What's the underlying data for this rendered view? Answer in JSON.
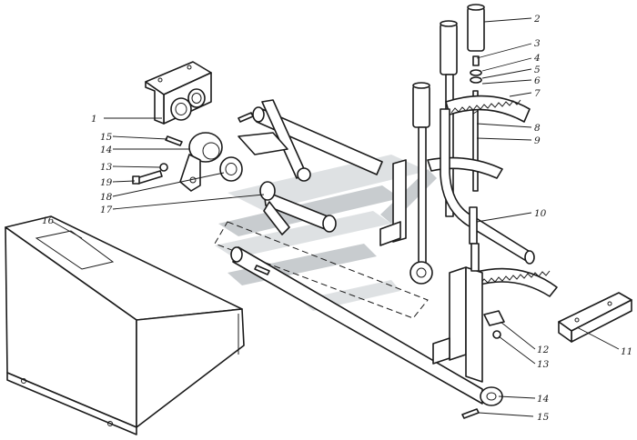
{
  "callouts": [
    {
      "id": "c1",
      "label": "1"
    },
    {
      "id": "c2",
      "label": "2"
    },
    {
      "id": "c3",
      "label": "3"
    },
    {
      "id": "c4",
      "label": "4"
    },
    {
      "id": "c5",
      "label": "5"
    },
    {
      "id": "c6",
      "label": "6"
    },
    {
      "id": "c7",
      "label": "7"
    },
    {
      "id": "c8",
      "label": "8"
    },
    {
      "id": "c9",
      "label": "9"
    },
    {
      "id": "c10",
      "label": "10"
    },
    {
      "id": "c11",
      "label": "11"
    },
    {
      "id": "c12",
      "label": "12"
    },
    {
      "id": "c13a",
      "label": "13"
    },
    {
      "id": "c13b",
      "label": "13"
    },
    {
      "id": "c14a",
      "label": "14"
    },
    {
      "id": "c14b",
      "label": "14"
    },
    {
      "id": "c15a",
      "label": "15"
    },
    {
      "id": "c15b",
      "label": "15"
    },
    {
      "id": "c16",
      "label": "16"
    },
    {
      "id": "c17",
      "label": "17"
    },
    {
      "id": "c18",
      "label": "18"
    },
    {
      "id": "c19",
      "label": "19"
    }
  ],
  "colors": {
    "line": "#1a1a1a",
    "watermark": "#9aa3a7",
    "background": "#ffffff"
  }
}
